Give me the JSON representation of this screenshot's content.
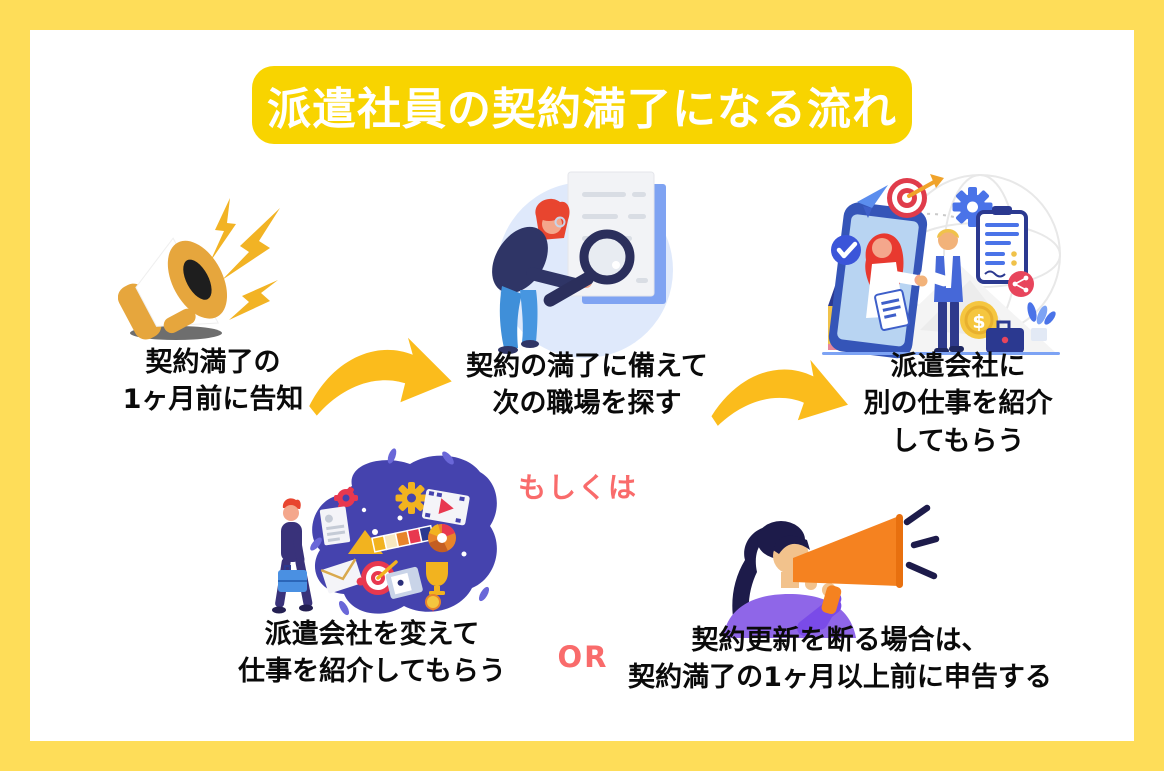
{
  "canvas": {
    "frame_color": "#FEDD59",
    "inner_color": "#FFFFFF"
  },
  "title": {
    "text": "派遣社員の契約満了になる流れ",
    "bg_color": "#F8D400",
    "text_color": "#FFFFFF"
  },
  "steps": [
    {
      "label": "契約満了の\n1ヶ月前に告知",
      "illustration": "gold-megaphone-announcement"
    },
    {
      "label": "契約の満了に備えて\n次の職場を探す",
      "illustration": "woman-magnifier-documents"
    },
    {
      "label": "派遣会社に\n別の仕事を紹介\nしてもらう",
      "illustration": "phone-handshake-referral"
    }
  ],
  "connectors": {
    "arrow_style": "curved-yellow-arrow",
    "arrow_color": "#FBBC1C",
    "moshikuwa": "もしくは",
    "or": "OR",
    "accent_color": "#F96B6B"
  },
  "alternatives": [
    {
      "label": "派遣会社を変えて\n仕事を紹介してもらう",
      "illustration": "creative-collage-walking-man"
    },
    {
      "label": "契約更新を断る場合は、\n契約満了の1ヶ月以上前に申告する",
      "illustration": "woman-orange-megaphone"
    }
  ]
}
